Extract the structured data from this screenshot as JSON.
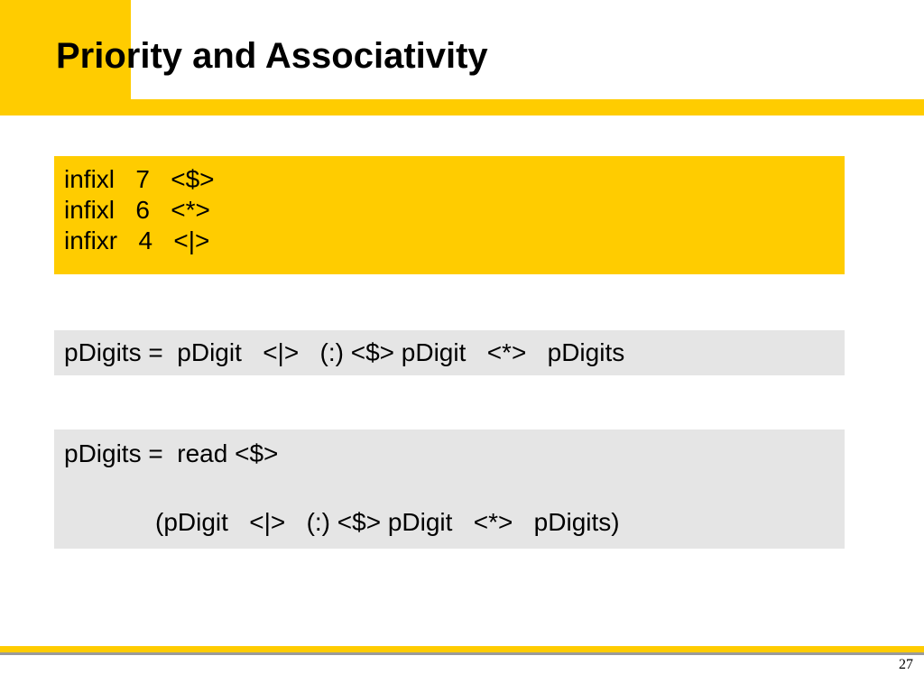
{
  "colors": {
    "accent": "#FFCC00",
    "gray": "#E5E5E5"
  },
  "slide": {
    "title": "Priority and Associativity",
    "fixity_box": {
      "lines": [
        "infixl   7   <$>",
        "infixl   6   <*>",
        "infixr   4   <|>"
      ]
    },
    "code_box_1": {
      "lines": [
        "pDigits =  pDigit   <|>   (:) <$> pDigit   <*>   pDigits"
      ]
    },
    "code_box_2": {
      "lines": [
        "pDigits =  read <$>",
        "(pDigit   <|>   (:) <$> pDigit   <*>   pDigits)"
      ]
    },
    "page_number": "27"
  }
}
